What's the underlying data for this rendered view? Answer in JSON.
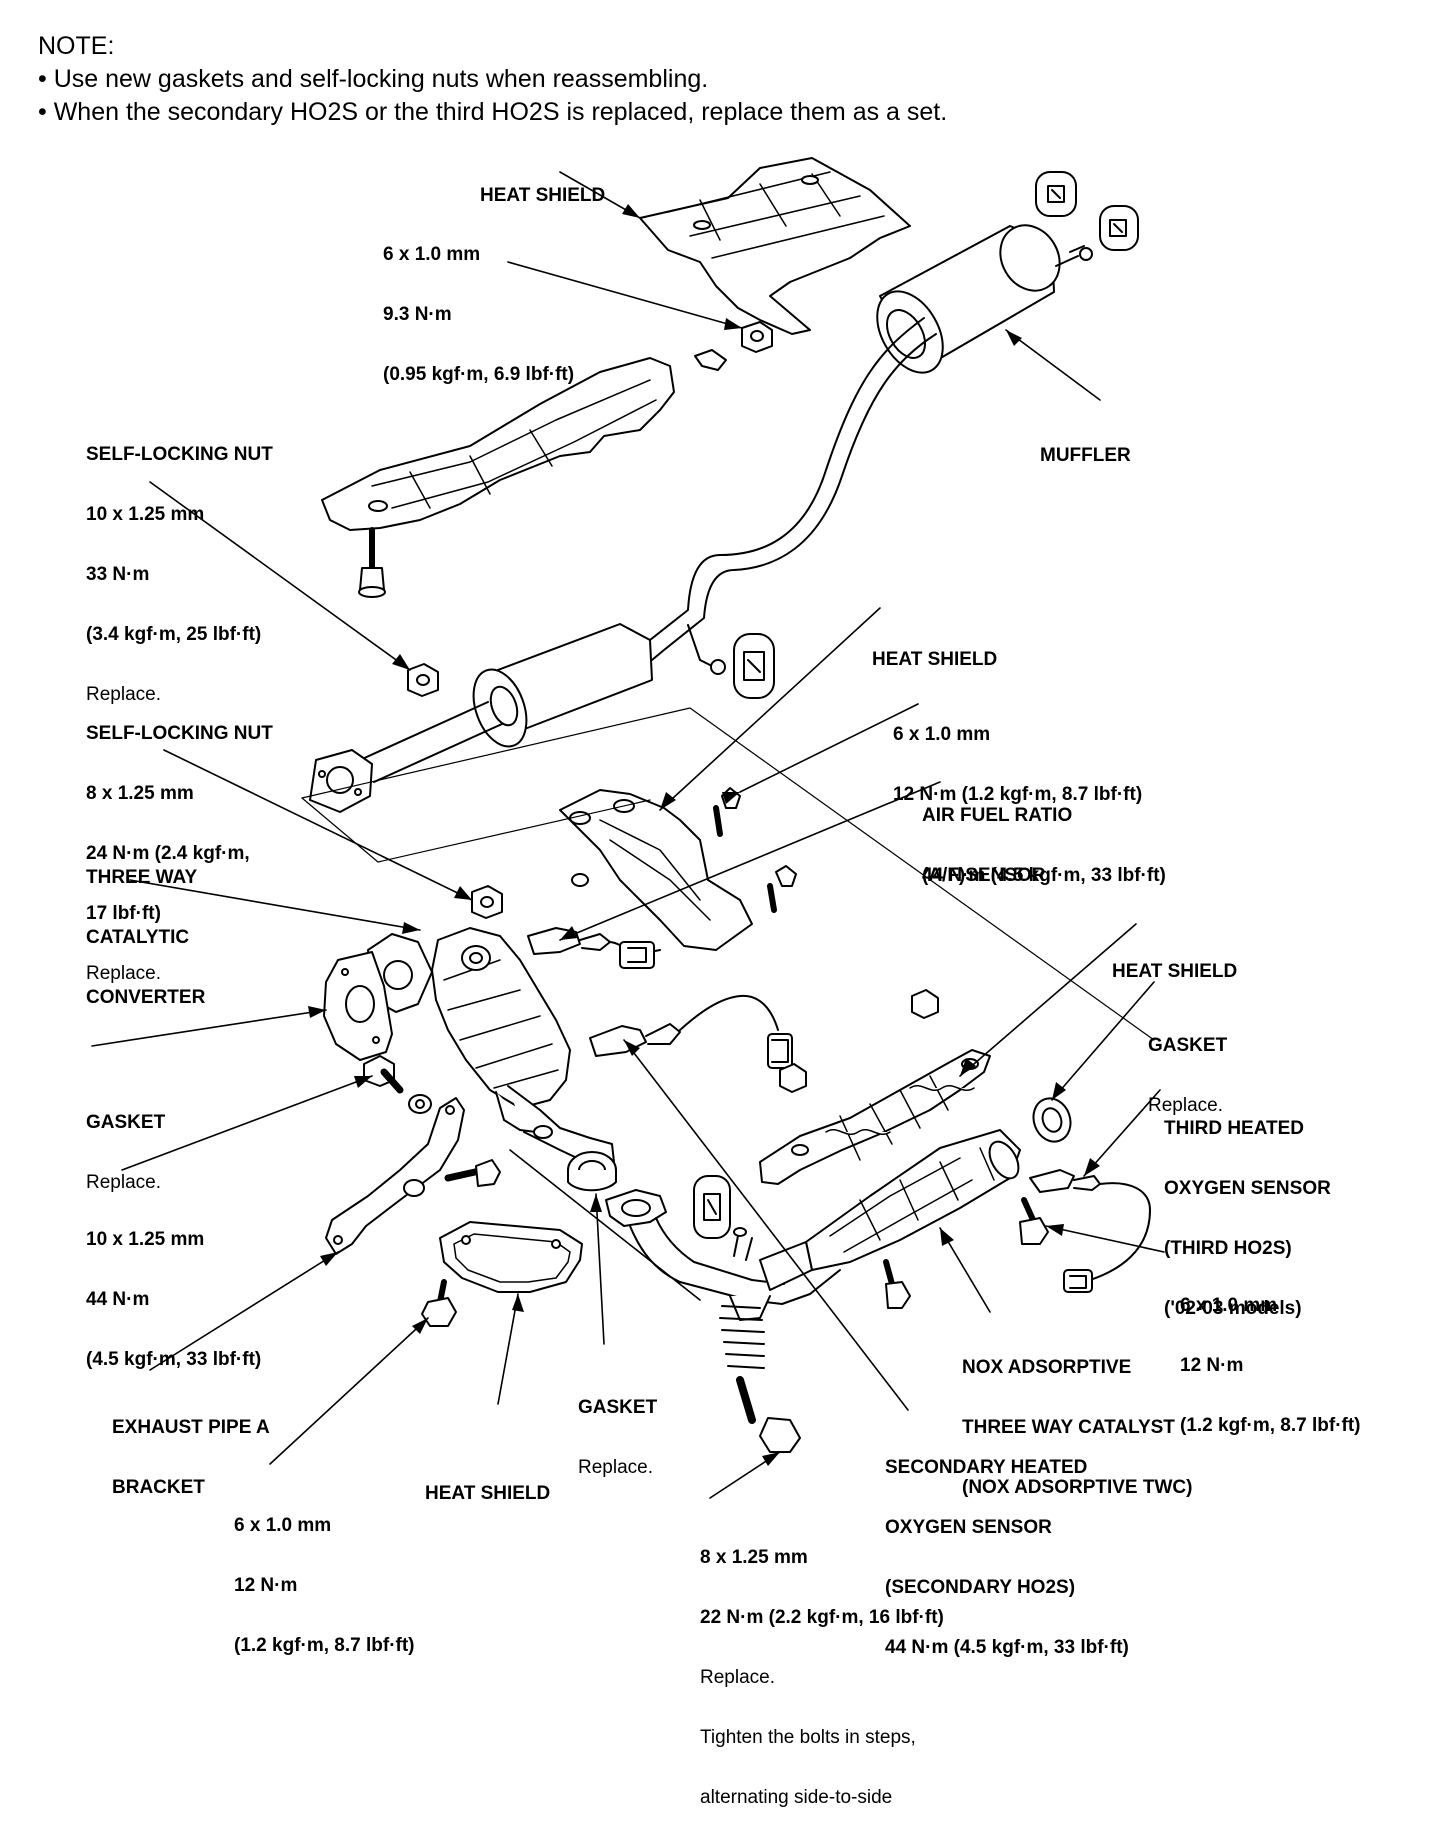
{
  "note": {
    "heading": "NOTE:",
    "items": [
      "• Use new gaskets and self-locking nuts when reassembling.",
      "• When the secondary HO2S or the third HO2S is replaced, replace them as a set."
    ]
  },
  "labels": {
    "heat_shield_top": [
      "HEAT SHIELD"
    ],
    "nut_6x1_top": [
      "6 x 1.0 mm",
      "9.3 N·m",
      "(0.95 kgf·m, 6.9 lbf·ft)"
    ],
    "muffler": [
      "MUFFLER"
    ],
    "self_locking_nut_10": [
      "SELF-LOCKING NUT",
      "10 x 1.25 mm",
      "33 N·m",
      "(3.4 kgf·m, 25 lbf·ft)",
      "Replace."
    ],
    "heat_shield_mid": [
      "HEAT SHIELD"
    ],
    "self_locking_nut_8": [
      "SELF-LOCKING NUT",
      "8 x 1.25 mm",
      "24 N·m (2.4 kgf·m,",
      "17 lbf·ft)",
      "Replace."
    ],
    "bolt_6x1_mid": [
      "6 x 1.0 mm",
      "12 N·m (1.2 kgf·m, 8.7 lbf·ft)"
    ],
    "af_sensor": [
      "AIR FUEL RATIO",
      "(A/F)SENSOR"
    ],
    "af_sensor_torque": [
      "44 N·m (4.5 kgf·m, 33 lbf·ft)"
    ],
    "twc": [
      "THREE WAY",
      "CATALYTIC",
      "CONVERTER"
    ],
    "heat_shield_right": [
      "HEAT SHIELD"
    ],
    "gasket_right": [
      "GASKET",
      "Replace."
    ],
    "third_ho2s": [
      "THIRD HEATED",
      "OXYGEN SENSOR",
      "(THIRD HO2S)",
      "('02-03 models)"
    ],
    "gasket_left": [
      "GASKET",
      "Replace."
    ],
    "bolt_10x125": [
      "10 x 1.25 mm",
      "44 N·m",
      "(4.5 kgf·m, 33 lbf·ft)"
    ],
    "bolt_6x1_right": [
      "6 x 1.0 mm",
      "12 N·m",
      "(1.2 kgf·m, 8.7 lbf·ft)"
    ],
    "nox_twc": [
      "NOX ADSORPTIVE",
      "THREE WAY CATALYST",
      "(NOX ADSORPTIVE TWC)"
    ],
    "exhaust_bracket": [
      "EXHAUST PIPE A",
      "BRACKET"
    ],
    "gasket_bottom": [
      "GASKET",
      "Replace."
    ],
    "heat_shield_bottom": [
      "HEAT SHIELD"
    ],
    "secondary_ho2s": [
      "SECONDARY HEATED",
      "OXYGEN SENSOR",
      "(SECONDARY HO2S)",
      "44 N·m (4.5 kgf·m, 33 lbf·ft)"
    ],
    "bolt_6x1_bottom": [
      "6 x 1.0 mm",
      "12 N·m",
      "(1.2 kgf·m, 8.7 lbf·ft)"
    ],
    "bolt_8x125": [
      "8 x 1.25 mm",
      "22 N·m (2.2 kgf·m, 16 lbf·ft)",
      "Replace.",
      "Tighten the bolts in steps,",
      "alternating side-to-side"
    ]
  }
}
